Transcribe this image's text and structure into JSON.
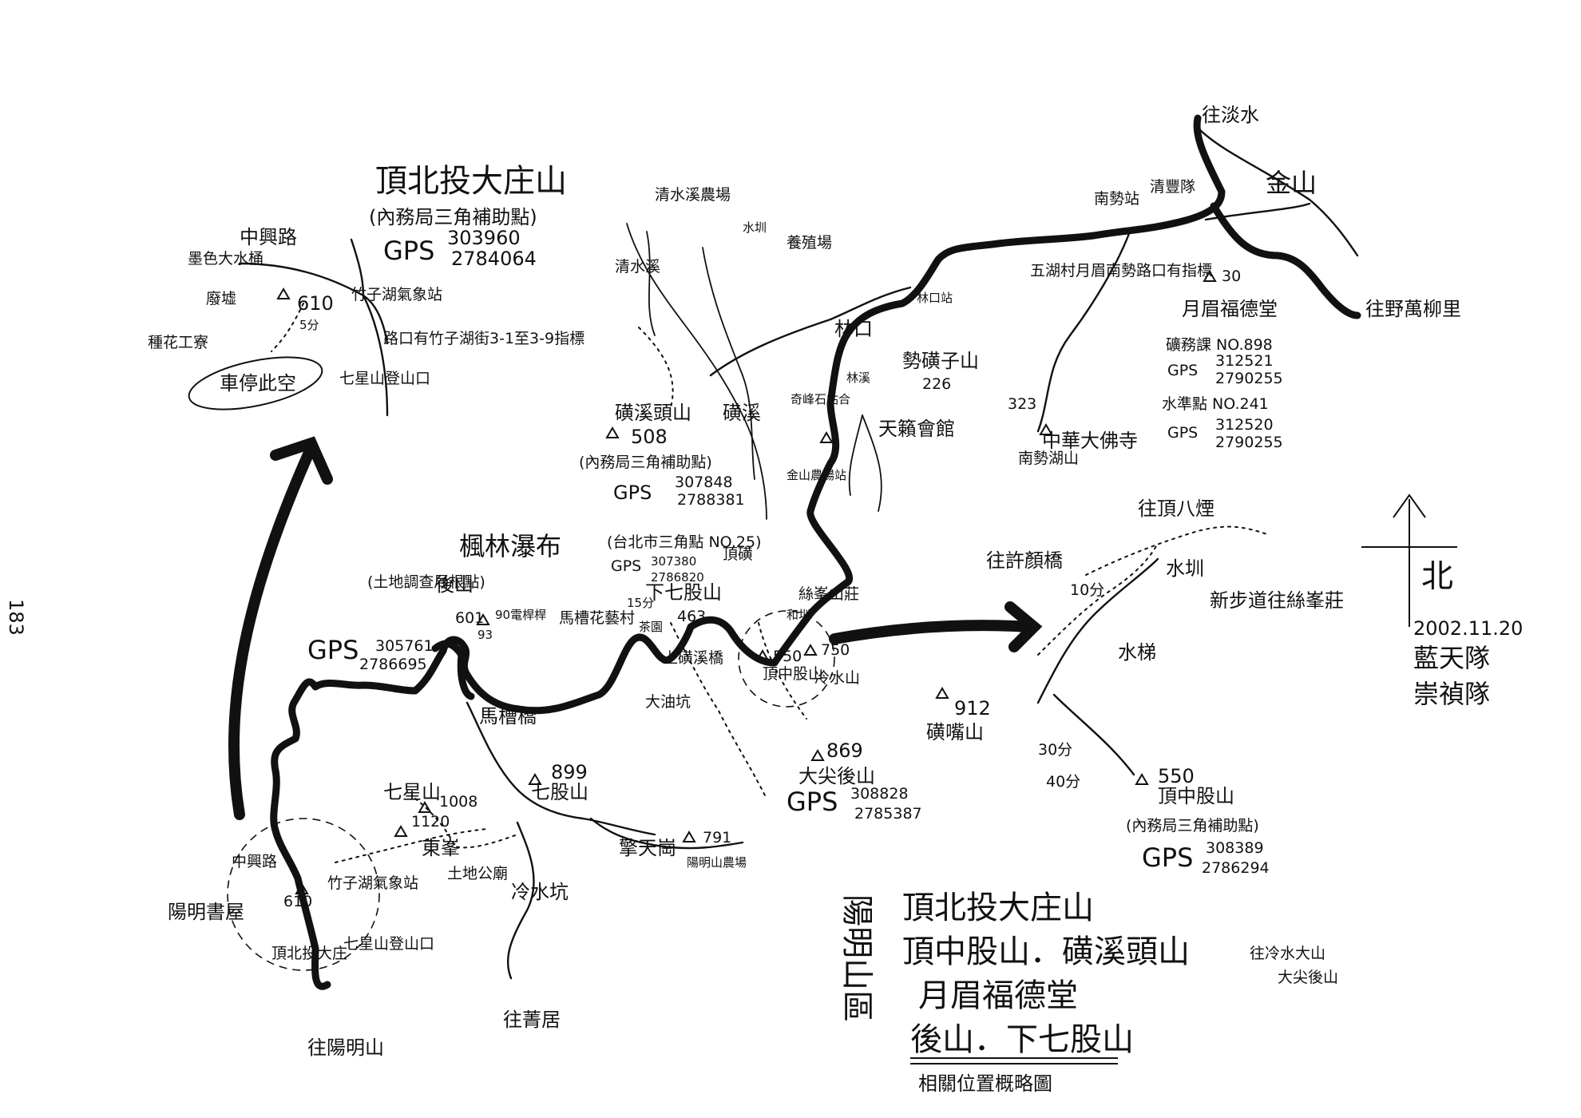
{
  "page_number": "183",
  "title_block": {
    "region": "陽明山區",
    "lines": [
      "頂北投大庄山",
      "頂中股山．磺溪頭山",
      "月眉福德堂",
      "後山．下七股山"
    ],
    "subtitle": "相關位置概略圖"
  },
  "compass": {
    "label": "北",
    "date": "2002.11.20",
    "teams": [
      "藍天隊",
      "崇禎隊"
    ]
  },
  "inset_top": {
    "title": "頂北投大庄山",
    "note": "(內務局三角補助點)",
    "gps_label": "GPS",
    "gps1": "303960",
    "gps2": "2784064",
    "road": "中興路",
    "labels": {
      "tree": "墨色大水桶",
      "dump": "廢墟",
      "farm": "種花工寮",
      "parking": "車停此空",
      "station": "竹子湖氣象站",
      "peak": "610",
      "time": "5分",
      "road_right": "路口有竹子湖街3-1至3-9指標",
      "trailhead": "七星山登山口"
    }
  },
  "inset_right": {
    "peak_name": "頂中股山",
    "peak_elev": "550",
    "note": "(內務局三角補助點)",
    "gps_label": "GPS",
    "gps1": "308389",
    "gps2": "2786294",
    "labels": {
      "to_dingbayan": "往頂八煙",
      "to_xuxi": "往許顏橋",
      "new_trail": "新步道往絲峯莊",
      "canal": "水圳",
      "water_ladder": "水梯",
      "t10": "10分",
      "t30": "30分",
      "t40": "40分",
      "to_lengshui": "往冷水大山",
      "to_dajian": "大尖後山"
    }
  },
  "places": {
    "to_tamsui": "往淡水",
    "jinshan": "金山",
    "to_yewanli": "往野萬柳里",
    "nanshi_station": "南勢站",
    "qingfeng_shop": "清豐隊",
    "wuhu_sign": "五湖村月眉南勢路口有指標",
    "fude": "月眉福德堂",
    "fude_elev": "30",
    "mine1": "礦務課 NO.898",
    "mine1_gps_label": "GPS",
    "mine1_gps1": "312521",
    "mine1_gps2": "2790255",
    "water": "水準點 NO.241",
    "water_gps_label": "GPS",
    "water_gps1": "312520",
    "water_gps2": "2790255",
    "temple": "中華大佛寺",
    "nanshi_mtn": "南勢湖山",
    "nanshi_elev": "323",
    "linkou_station": "林口站",
    "linkou": "林口",
    "shilingzi": "勢磺子山",
    "shilingzi_elev": "226",
    "tianlai": "天籟會館",
    "linxi_stop": "林溪",
    "qifeng": "奇峰石站合",
    "jinshan_farm": "金山農場站",
    "qingshui_farm": "清水溪農場",
    "qingshui_creek": "清水溪",
    "canal2": "水圳",
    "fish_farm": "養殖場",
    "huangxi": "磺溪",
    "huangxitou": "磺溪頭山",
    "huangxitou_elev": "508",
    "huangxitou_note": "(內務局三角補助點)",
    "huangxitou_gps_label": "GPS",
    "huangxitou_gps1": "307848",
    "huangxitou_gps2": "2788381",
    "maple_falls": "楓林瀑布",
    "taipei_mark": "(台北市三角點 NO.25)",
    "xiaqigu_gps_label": "GPS",
    "xiaqigu_gps1": "307380",
    "xiaqigu_gps2": "2786820",
    "xiaqigu": "下七股山",
    "xiaqigu_elev": "463",
    "t15": "15分",
    "dinghuang": "頂磺",
    "shangshan": "上磺溪橋",
    "tea_garden": "茶園",
    "shifeng": "絲峯山莊",
    "heping": "和圳",
    "dingzhonggu": "頂中股山",
    "dingzhonggu_elev": "550",
    "lengshui": "冷水山",
    "lengshui_elev": "750",
    "houshan": "後山",
    "houshan_elev": "601",
    "survey": "(土地調查局根點)",
    "houshan_gps_label": "GPS",
    "houshan_gps1": "305761",
    "houshan_gps2": "2786695",
    "pole": "90電桿桿",
    "pole2": "93",
    "maple_trail": "馬槽花藝村",
    "macao_bridge": "馬槽橋",
    "dayoukeng": "大油坑",
    "dajian": "大尖後山",
    "dajian_elev": "869",
    "dajian_gps_label": "GPS",
    "dajian_gps1": "308828",
    "dajian_gps2": "2785387",
    "huangzui": "磺嘴山",
    "huangzui_elev": "912",
    "qixing": "七星山",
    "qixing_elev": "1120",
    "dongfeng": "東峯",
    "dongfeng_elev": "1008",
    "qigu": "七股山",
    "qigu_elev": "899",
    "qingtiangang": "擎天崗",
    "farm2": "陽明山農場",
    "farm2_elev": "791",
    "lengshuikeng": "冷水坑",
    "tu_gong": "土地公廟",
    "to_zhuangding": "往菁居",
    "zhongxing_road": "中興路",
    "yangming_house": "陽明書屋",
    "zhuzihu_station": "竹子湖氣象站",
    "dingbei": "頂北投大庄",
    "dingbei_elev": "610",
    "qixing_trailhead": "七星山登山口",
    "to_yangmingshan": "往陽明山"
  }
}
